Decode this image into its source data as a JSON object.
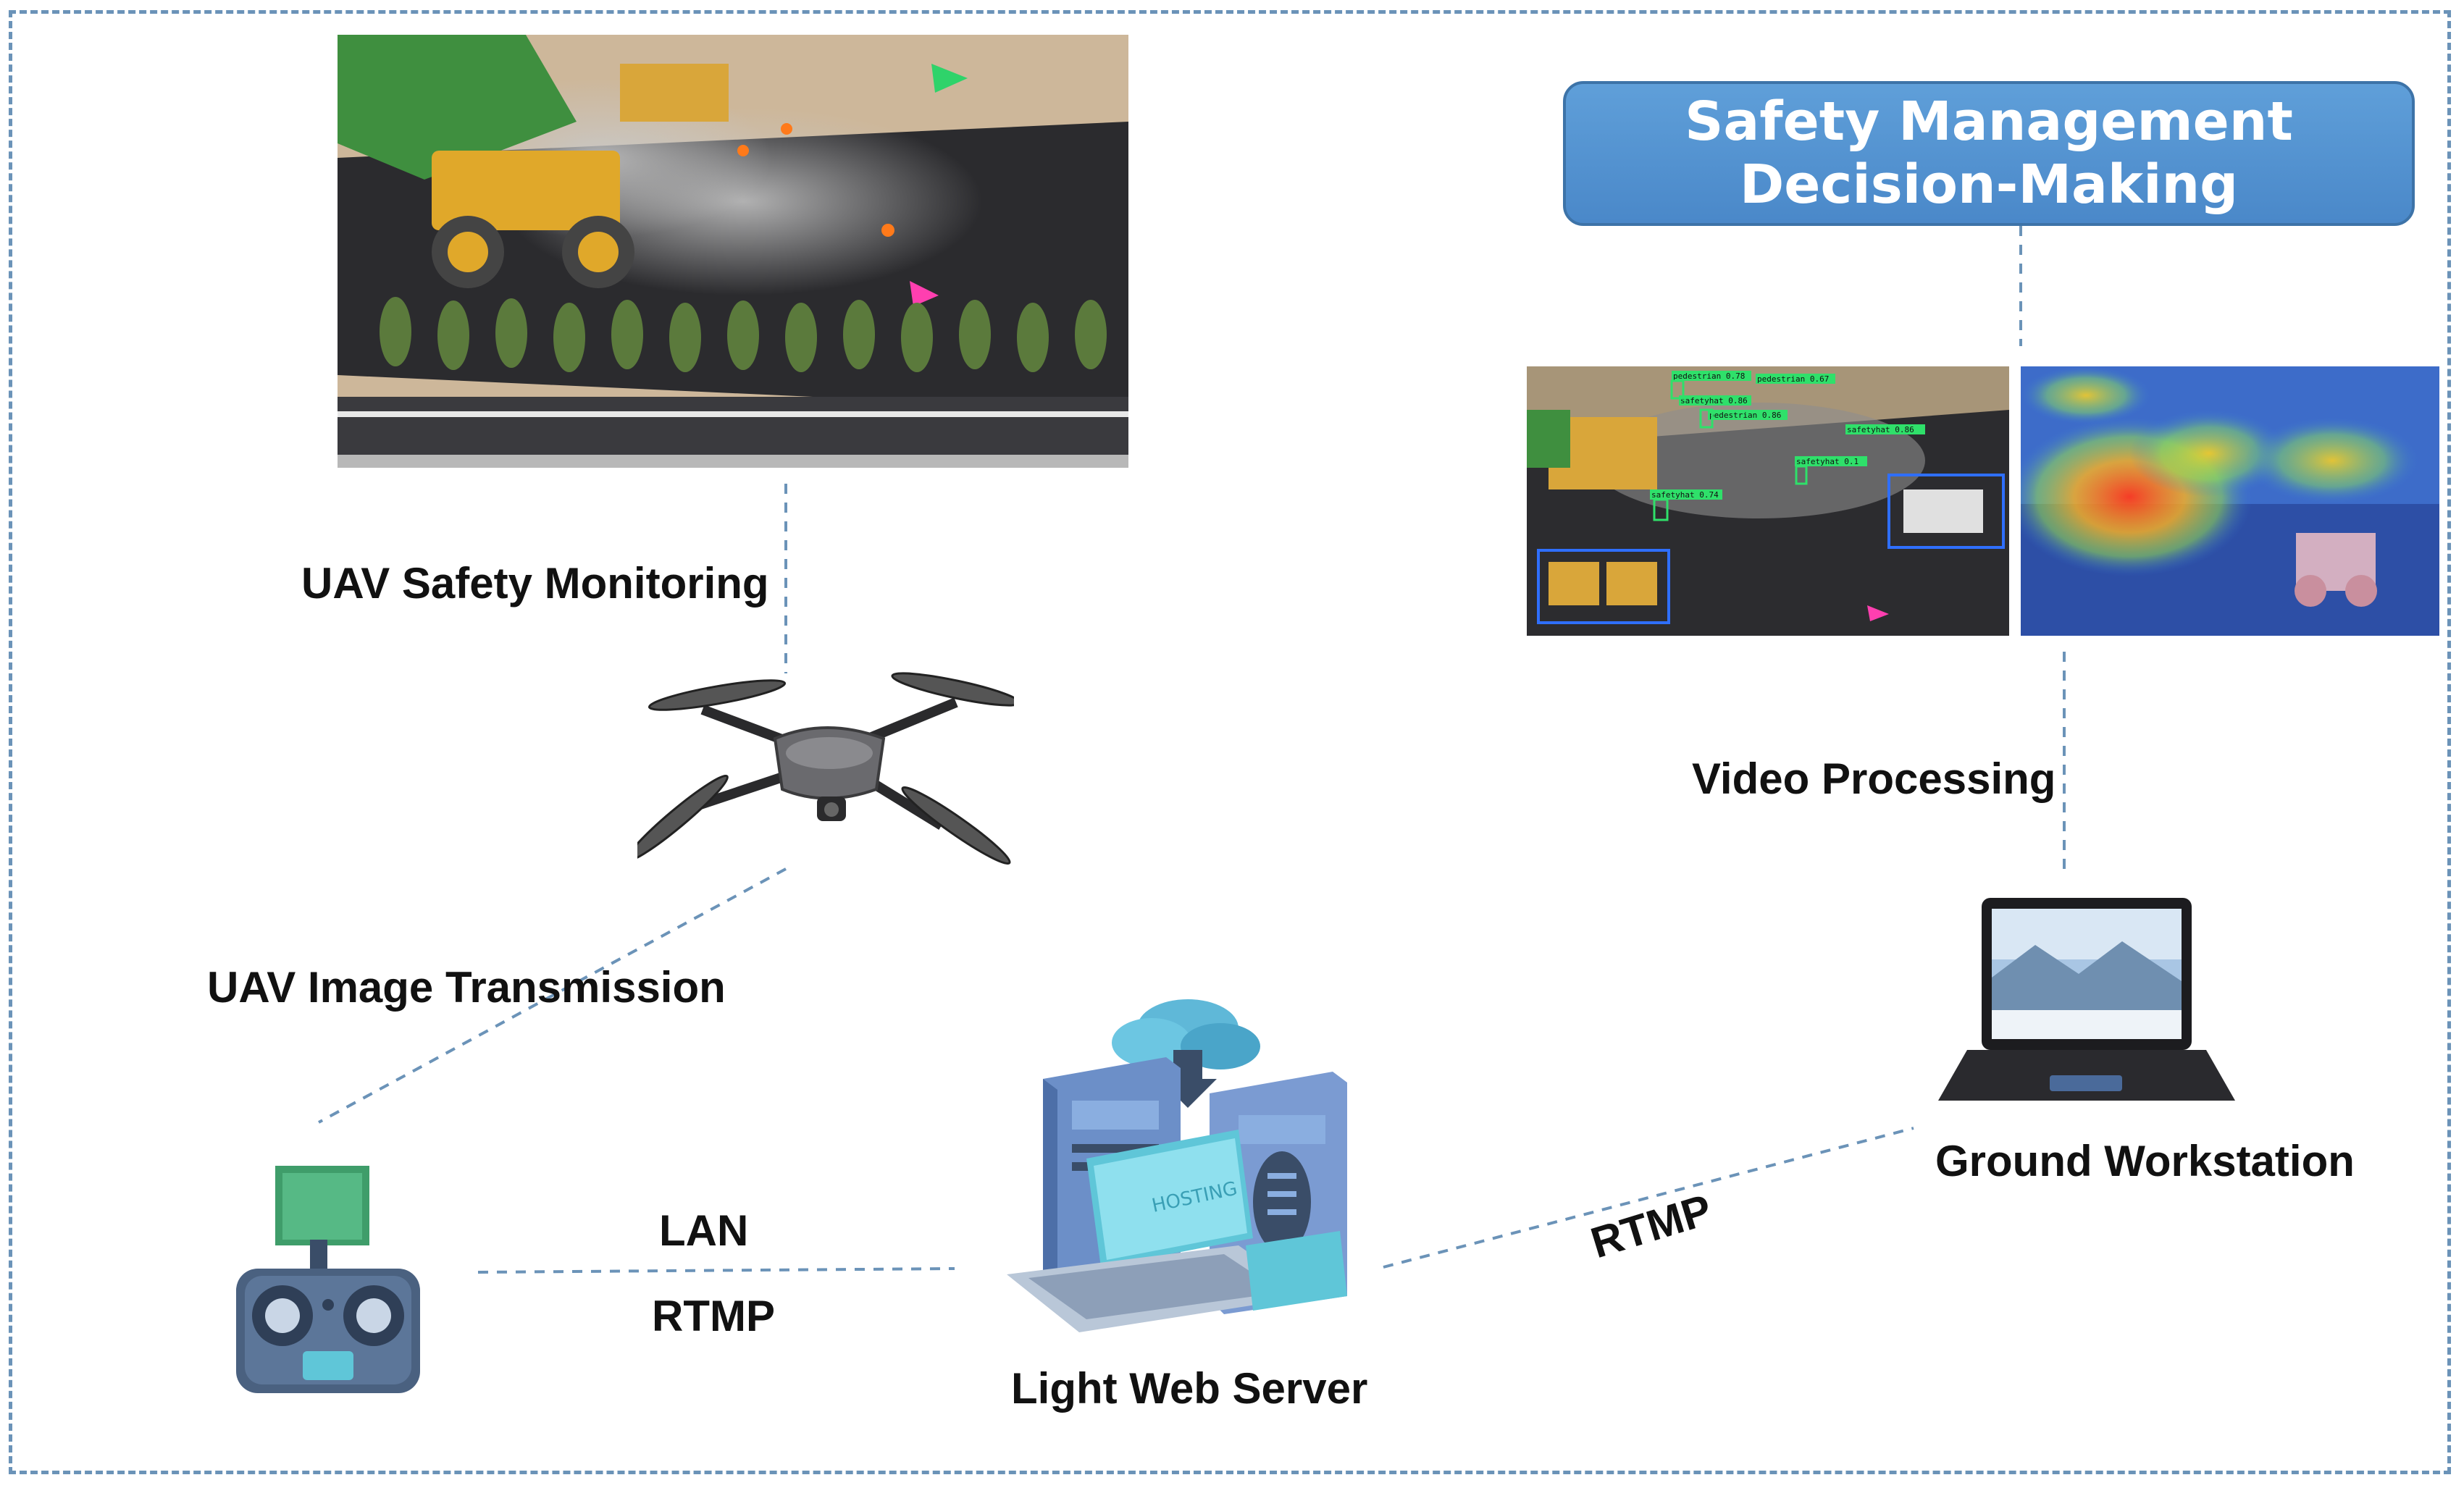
{
  "title_box": {
    "line1": "Safety Management",
    "line2": "Decision-Making"
  },
  "labels": {
    "uav_monitoring": "UAV Safety Monitoring",
    "uav_transmission": "UAV Image Transmission",
    "lan": "LAN",
    "rtmp_left": "RTMP",
    "web_server": "Light Web Server",
    "rtmp_right": "RTMP",
    "ground_workstation": "Ground Workstation",
    "video_processing": "Video Processing"
  },
  "detections": [
    "pedestrian 0.78",
    "pedestrian 0.67",
    "safetyhat 0.86",
    "pedestrian 0.86",
    "safetyhat 0.86",
    "safetyhat 0.1",
    "safetyhat 0.74"
  ],
  "screen_text": {
    "server_laptop": "HOSTING"
  },
  "icons": {
    "drone": "drone-icon",
    "controller": "remote-controller-icon",
    "server": "server-rack-icon",
    "cloud": "cloud-download-icon",
    "laptop": "laptop-icon"
  },
  "colors": {
    "frame": "#6b93b8",
    "connector": "#6b93b8",
    "decision_box": "#5591d1",
    "server_blue": "#6c8fc8",
    "cyan": "#5fc6d8"
  }
}
